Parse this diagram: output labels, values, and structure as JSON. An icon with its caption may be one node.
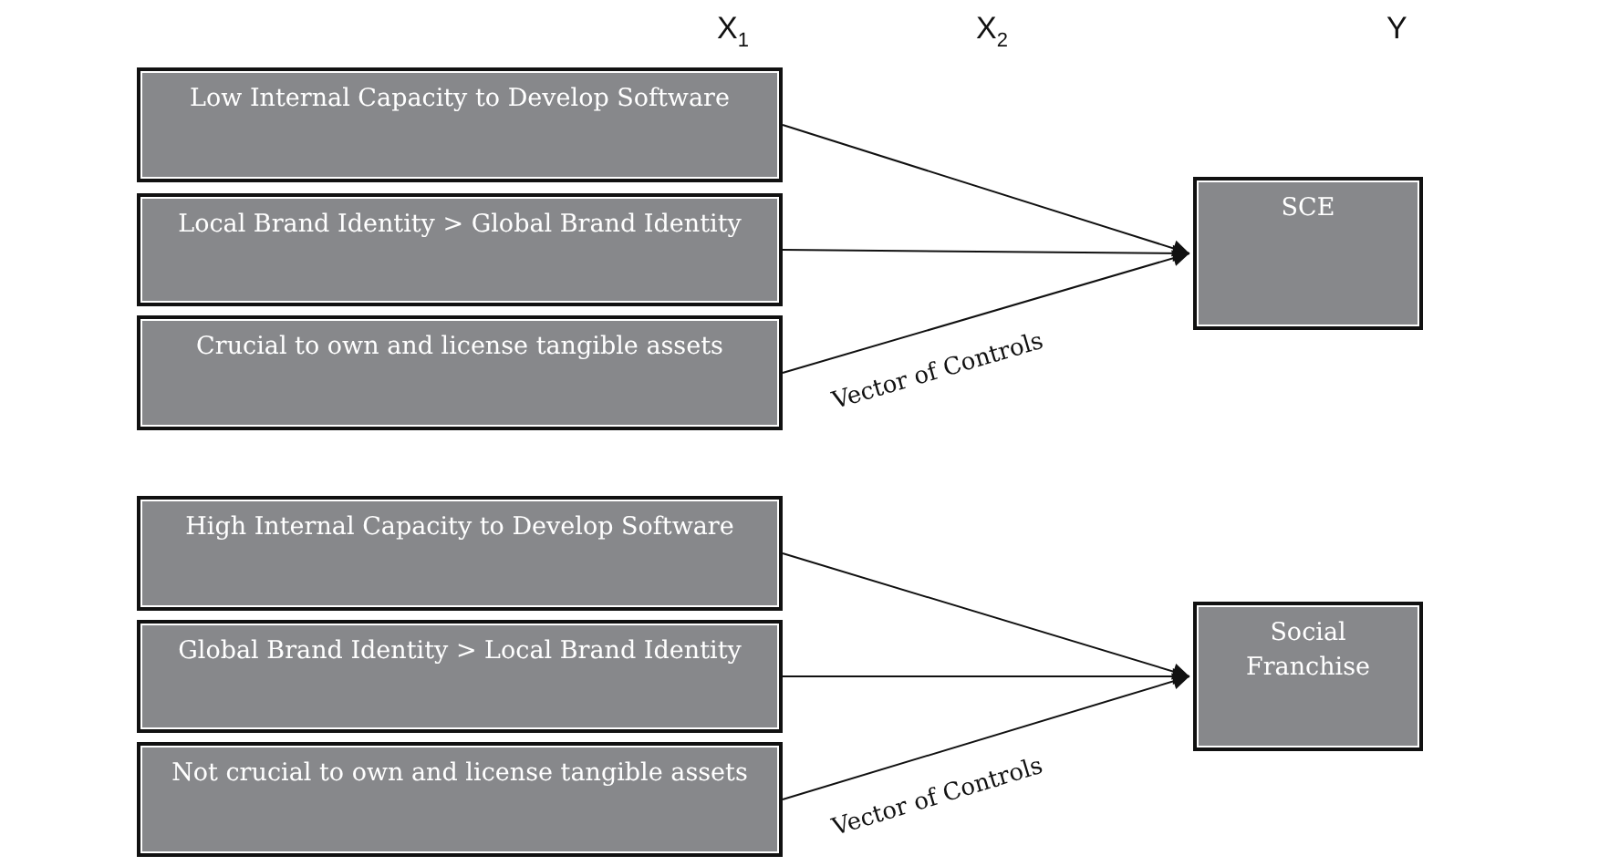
{
  "diagram": {
    "nodes": [
      {
        "text": [
          "Low Internal Capacity to Develop Software"
        ]
      },
      {
        "text": [
          "Local Brand Identity > Global Brand Identity"
        ]
      },
      {
        "text": [
          "Crucial to own and license tangible assets"
        ]
      },
      {
        "text": [
          "SCE"
        ]
      },
      {
        "text": [
          "High Internal Capacity to Develop Software"
        ]
      },
      {
        "text": [
          "Global Brand Identity > Local Brand Identity"
        ]
      },
      {
        "text": [
          "Not crucial to own and license tangible assets"
        ]
      },
      {
        "text": [
          "Social Franchise"
        ]
      }
    ],
    "edges": [
      {
        "from": 0,
        "to": 3,
        "arrow": "to"
      },
      {
        "from": 1,
        "to": 3,
        "arrow": "to"
      },
      {
        "from": 2,
        "to": 3,
        "arrow": "to",
        "label": "Vector of Controls"
      },
      {
        "from": 4,
        "to": 7,
        "arrow": "to"
      },
      {
        "from": 5,
        "to": 7,
        "arrow": "to"
      },
      {
        "from": 6,
        "to": 7,
        "arrow": "to",
        "label": "Vector of Controls"
      }
    ],
    "labels": [
      "X$_{1}$",
      "X$_{2}$",
      "Y"
    ]
  }
}
